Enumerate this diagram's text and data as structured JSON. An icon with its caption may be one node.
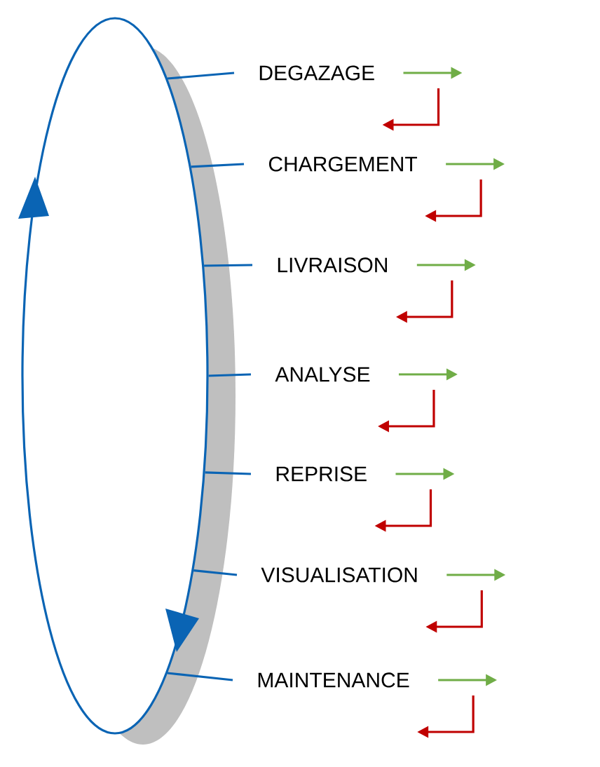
{
  "diagram": {
    "nodes": [
      {
        "text": [],
        "shape": "circle"
      },
      {
        "text": [
          "DEGAZAGE"
        ]
      },
      {
        "text": [
          "CHARGEMENT"
        ]
      },
      {
        "text": [
          "LIVRAISON"
        ]
      },
      {
        "text": [
          "ANALYSE"
        ]
      },
      {
        "text": [
          "REPRISE"
        ]
      },
      {
        "text": [
          "VISUALISATION"
        ]
      },
      {
        "text": [
          "MAINTENANCE"
        ]
      }
    ],
    "edges": [
      {
        "from": 1,
        "to": 0,
        "arrow": "none"
      },
      {
        "from": 2,
        "to": 0,
        "arrow": "none"
      },
      {
        "from": 3,
        "to": 0,
        "arrow": "none"
      },
      {
        "from": 4,
        "to": 0,
        "arrow": "none"
      },
      {
        "from": 5,
        "to": 0,
        "arrow": "none"
      },
      {
        "from": 6,
        "to": 0,
        "arrow": "none"
      },
      {
        "from": 7,
        "to": 0,
        "arrow": "none"
      }
    ]
  }
}
